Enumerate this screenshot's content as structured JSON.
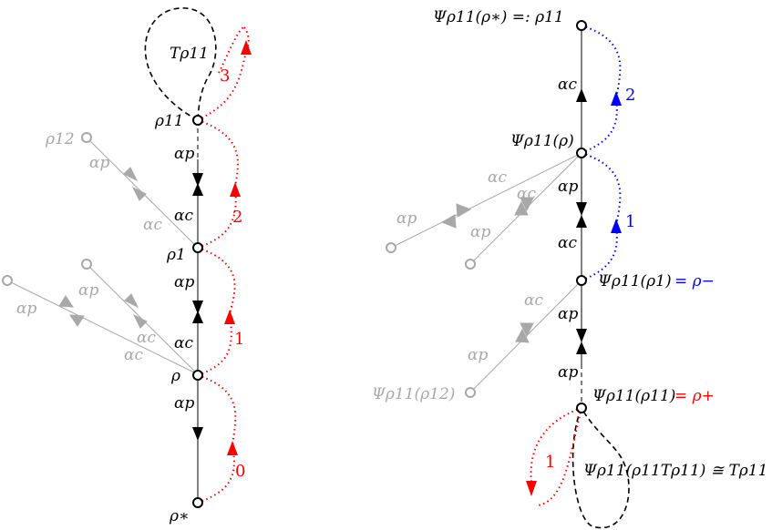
{
  "left_diagram": {
    "nodes": {
      "rho_star": "ρ∗",
      "rho": "ρ",
      "rho1": "ρ1",
      "rho11": "ρ11",
      "rho12": "ρ12"
    },
    "loop_label": "Tρ11",
    "edge_labels": {
      "alpha_p": "αp",
      "alpha_c": "αc"
    },
    "step_numbers": [
      "0",
      "1",
      "2",
      "3"
    ]
  },
  "right_diagram": {
    "nodes": {
      "top": "Ψρ11(ρ∗) =: ρ11",
      "psi_rho": "Ψρ11(ρ)",
      "psi_rho1": "Ψρ11(ρ1)",
      "rho_minus": "= ρ−",
      "psi_rho11": "Ψρ11(ρ11)",
      "rho_plus": "= ρ+",
      "psi_rho12": "Ψρ11(ρ12)"
    },
    "loop_label": "Ψρ11(ρ11Tρ11) ≅ Tρ11",
    "edge_labels": {
      "alpha_p": "αp",
      "alpha_c": "αc"
    },
    "step_numbers_blue": [
      "1",
      "2"
    ],
    "step_number_red": "1"
  },
  "colors": {
    "black": "#000000",
    "gray": "#a8a8a8",
    "red": "#ff0000",
    "blue": "#0000ff"
  }
}
